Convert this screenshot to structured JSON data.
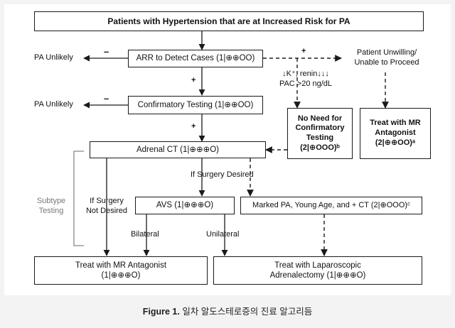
{
  "boxes": {
    "top": "Patients with Hypertension that are at Increased Risk for PA",
    "arr": "ARR to Detect Cases (1|⊕⊕OO)",
    "confirm": "Confirmatory Testing (1|⊕⊕OO)",
    "ct": "Adrenal CT (1|⊕⊕⊕O)",
    "avs": "AVS (1|⊕⊕⊕O)",
    "marked": "Marked PA, Young Age, and + CT (2|⊕OOO)ᶜ",
    "no_need_line1": "No Need for",
    "no_need_line2": "Confirmatory",
    "no_need_line3": "Testing",
    "no_need_grade": "(2|⊕OOO)ᵇ",
    "treat_mr_right_line1": "Treat with MR",
    "treat_mr_right_line2": "Antagonist",
    "treat_mr_right_grade": "(2|⊕⊕OO)ᵃ",
    "treat_mr_bottom_line1": "Treat with MR Antagonist",
    "treat_mr_bottom_line2": "(1|⊕⊕⊕O)",
    "treat_lap_line1": "Treat with Laparoscopic",
    "treat_lap_line2": "Adrenalectomy  (1|⊕⊕⊕O)"
  },
  "labels": {
    "pa_unlikely_1": "PA Unlikely",
    "pa_unlikely_2": "PA Unlikely",
    "unwilling_line1": "Patient Unwilling/",
    "unwilling_line2": "Unable to Proceed",
    "k_renin": "↓K⁺, renin↓↓↓",
    "pac": "PAC >20 ng/dL",
    "if_surgery_desired": "If Surgery Desired",
    "if_surgery_not_line1": "If Surgery",
    "if_surgery_not_line2": "Not Desired",
    "subtype_line1": "Subtype",
    "subtype_line2": "Testing",
    "bilateral": "Bilateral",
    "unilateral": "Unilateral"
  },
  "signs": {
    "minus_1": "–",
    "minus_2": "–",
    "plus_dashed": "+",
    "plus_1": "+",
    "plus_2": "+"
  },
  "caption": {
    "label": "Figure 1.",
    "text": " 일차 알도스테로증의 진료 알고리듬"
  }
}
